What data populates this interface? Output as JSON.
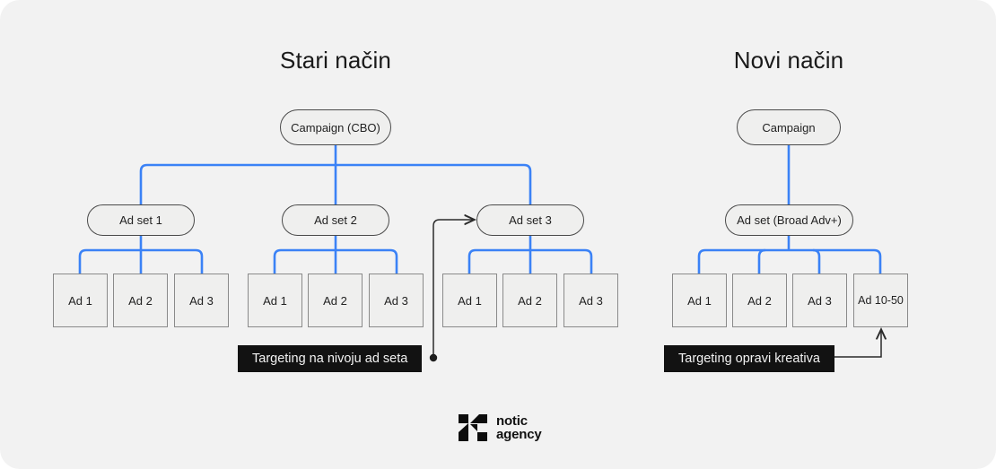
{
  "canvas": {
    "background": "#f2f2f2",
    "connector_blue": "#3b82f6",
    "label_bg": "#121212"
  },
  "titles": {
    "left": "Stari način",
    "right": "Novi način"
  },
  "left_tree": {
    "campaign": "Campaign (CBO)",
    "adsets": [
      "Ad set 1",
      "Ad set 2",
      "Ad set 3"
    ],
    "ads_group_1": [
      "Ad 1",
      "Ad 2",
      "Ad 3"
    ],
    "ads_group_2": [
      "Ad 1",
      "Ad 2",
      "Ad 3"
    ],
    "ads_group_3": [
      "Ad 1",
      "Ad 2",
      "Ad 3"
    ],
    "callout": "Targeting na nivoju ad seta"
  },
  "right_tree": {
    "campaign": "Campaign",
    "adset": "Ad set (Broad Adv+)",
    "ads": [
      "Ad 1",
      "Ad 2",
      "Ad 3",
      "Ad 10-50"
    ],
    "callout": "Targeting opravi kreativa"
  },
  "logo": {
    "line1": "notic",
    "line2": "agency"
  }
}
